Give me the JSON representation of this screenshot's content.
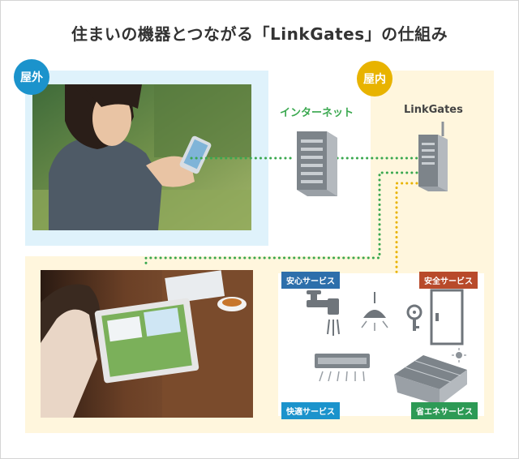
{
  "title": "住まいの機器とつながる「LinkGates」の仕組み",
  "zones": {
    "outdoor": "屋外",
    "indoor": "屋内"
  },
  "nodes": {
    "internet": "インターネット",
    "linkgates": "LinkGates"
  },
  "services": {
    "anshin": "安心サービス",
    "anzen": "安全サービス",
    "kaiteki": "快適サービス",
    "shoene": "省エネサービス"
  },
  "colors": {
    "connection_green": "#3aa84f",
    "connection_yellow": "#e8b300",
    "outdoor_bg": "#dff2fb",
    "indoor_bg": "#fff6dd",
    "outdoor_badge": "#1b93cc",
    "indoor_badge": "#e8b300"
  },
  "icons": [
    "server-icon",
    "router-icon",
    "faucet-icon",
    "ceiling-lamp-icon",
    "door-lock-icon",
    "air-conditioner-icon",
    "house-solar-icon"
  ]
}
